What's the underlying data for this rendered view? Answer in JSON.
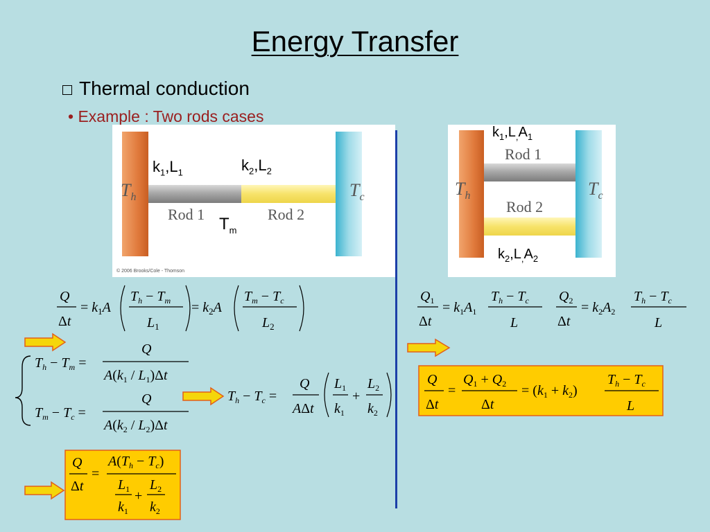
{
  "title": "Energy Transfer",
  "heading": "Thermal conduction",
  "subheading": "• Example : Two rods cases",
  "left_figure": {
    "rod1_label": "Rod 1",
    "rod2_label": "Rod 2",
    "hot_label": "T",
    "hot_sub": "h",
    "cold_label": "T",
    "cold_sub": "c",
    "copyright": "© 2006 Brooks/Cole - Thomson",
    "k1": "k",
    "k1_sub": "1",
    "L1": ",L",
    "L1_sub": "1",
    "k2": "k",
    "k2_sub": "2",
    "L2": ",L",
    "L2_sub": "2",
    "tm": "T",
    "tm_sub": "m"
  },
  "right_figure": {
    "rod1_label": "Rod 1",
    "rod2_label": "Rod 2",
    "hot_label": "T",
    "hot_sub": "h",
    "cold_label": "T",
    "cold_sub": "c",
    "top_a": "k",
    "top_a_sub": "1",
    "top_b": ",L",
    "top_b_sub": ",",
    "top_c": "A",
    "top_c_sub": "1",
    "bot_a": "k",
    "bot_a_sub": "2",
    "bot_b": ",L",
    "bot_b_sub": ",",
    "bot_c": "A",
    "bot_c_sub": "2"
  },
  "colors": {
    "background": "#b8dee2",
    "divider": "#1c3fa8",
    "arrow_fill": "#f5d60a",
    "arrow_stroke": "#e25f1a",
    "highlight_box": "#ffcc00",
    "subheading": "#9a1f1f"
  }
}
